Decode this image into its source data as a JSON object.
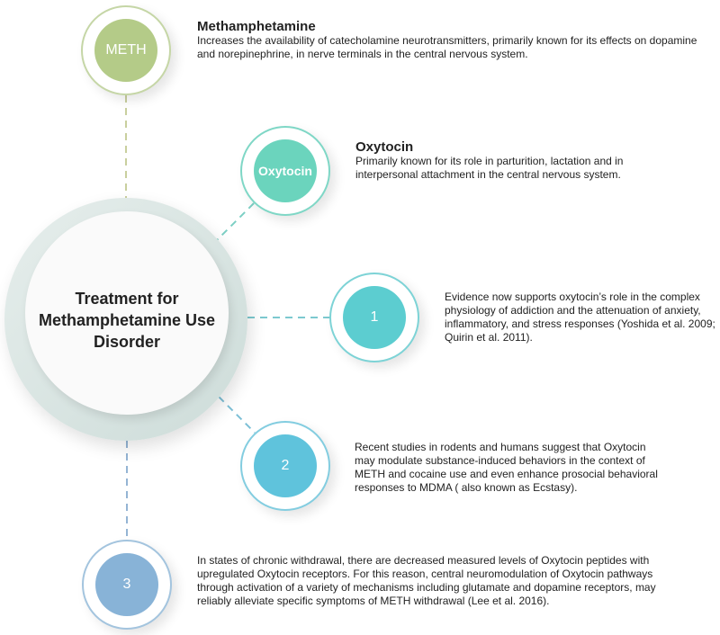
{
  "center": {
    "title": "Treatment for Methamphetamine Use Disorder"
  },
  "nodes": [
    {
      "label": "METH",
      "color": "#b4cb88",
      "ring": "#c5d6a6",
      "heading": "Methamphetamine",
      "text": "Increases the availability of catecholamine neurotransmitters, primarily known for its effects on dopamine and norepinephrine, in nerve terminals in the central nervous system."
    },
    {
      "label": "Oxytocin",
      "color": "#6bd4bd",
      "ring": "#7fd7c6",
      "heading": "Oxytocin",
      "text": "Primarily known for its role in parturition, lactation and in interpersonal attachment in the central nervous system."
    },
    {
      "label": "1",
      "color": "#5ccdd0",
      "ring": "#7dd3d6",
      "text": "Evidence now supports oxytocin’s role in the complex physiology of addiction and the attenuation of anxiety, inflammatory, and stress responses (Yoshida et al. 2009; Quirin et al. 2011)."
    },
    {
      "label": "2",
      "color": "#5fc3dc",
      "ring": "#83cde0",
      "text": "Recent studies in rodents and humans suggest that Oxytocin may modulate substance-induced behaviors in the context of METH and cocaine use and even enhance prosocial behavioral responses to MDMA ( also known as Ecstasy)."
    },
    {
      "label": "3",
      "color": "#88b3d7",
      "ring": "#a3c4de",
      "text": "In states of chronic withdrawal, there are decreased measured levels of Oxytocin peptides with upregulated Oxytocin  receptors. For this reason, central neuromodulation of Oxytocin pathways through activation of a variety of mechanisms including glutamate and dopamine receptors, may reliably alleviate specific symptoms of METH withdrawal (Lee et al. 2016)."
    }
  ]
}
